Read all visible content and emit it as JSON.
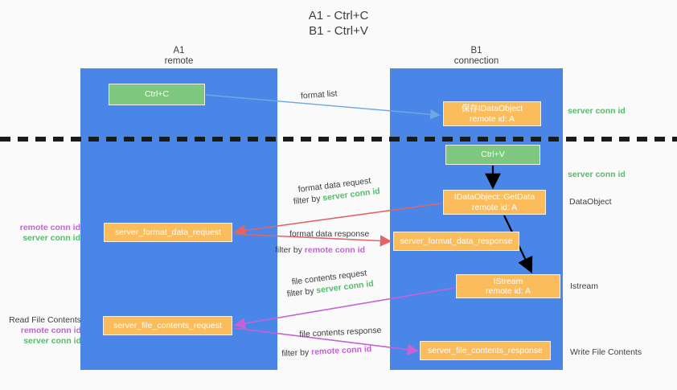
{
  "title": {
    "line1": "A1 - Ctrl+C",
    "line2": "B1 - Ctrl+V"
  },
  "lanes": [
    {
      "name": "A1",
      "sub": "remote",
      "color": "#4a86e8"
    },
    {
      "name": "B1",
      "sub": "connection",
      "color": "#4a86e8"
    }
  ],
  "nodes": {
    "ctrl_c": {
      "line1": "Ctrl+C",
      "color": "#7dc77f"
    },
    "new_idataobject": {
      "line1": "保存IDataObject",
      "line2": "remote id: A",
      "color": "#fbbc5c"
    },
    "ctrl_v": {
      "line1": "Ctrl+V",
      "color": "#7dc77f"
    },
    "getdata": {
      "line1": "IDataObject::GetData",
      "line2": "remote id: A",
      "color": "#fbbc5c"
    },
    "server_format_data_request": {
      "line1": "server_format_data_request",
      "color": "#fbbc5c"
    },
    "server_format_data_response": {
      "line1": "server_format_data_response",
      "color": "#fbbc5c"
    },
    "istream": {
      "line1": "IStream",
      "line2": "remote id: A",
      "color": "#fbbc5c"
    },
    "server_file_contents_request": {
      "line1": "server_file_contents_request",
      "color": "#fbbc5c"
    },
    "server_file_contents_response": {
      "line1": "server_file_contents_response",
      "color": "#fbbc5c"
    }
  },
  "edges": {
    "format_list": {
      "label": "format list",
      "color": "#6fa8dc"
    },
    "format_data_request": {
      "label": "format data request",
      "filter_prefix": "filter by ",
      "filter_key": "server conn id",
      "color": "#e06666"
    },
    "format_data_response": {
      "label": "format data response",
      "filter_prefix": "filter by ",
      "filter_key": "remote conn id",
      "color": "#e06666"
    },
    "file_contents_request": {
      "label": "file contents request",
      "filter_prefix": "filter by ",
      "filter_key": "server conn id",
      "color": "#c462d6"
    },
    "file_contents_response": {
      "label": "file contents response",
      "filter_prefix": "filter by ",
      "filter_key": "remote conn id",
      "color": "#c462d6"
    }
  },
  "side_labels": {
    "server_conn_id_top": "server conn id",
    "server_conn_id_mid": "server conn id",
    "dataobject": "DataObject",
    "istream": "Istream",
    "write_file_contents": "Write File Contents",
    "read_file_contents": "Read File Contents",
    "remote_conn_id": "remote conn id",
    "server_conn_id": "server conn id"
  },
  "colors": {
    "lane": "#4a86e8",
    "green_node": "#7dc77f",
    "orange_node": "#fbbc5c",
    "green_text": "#57bb6c",
    "purple_text": "#c462d6",
    "red_arrow": "#e06666",
    "blue_arrow": "#6fa8dc",
    "black_arrow": "#000000",
    "divider": "#1a1a1a",
    "background": "#fafafa"
  }
}
